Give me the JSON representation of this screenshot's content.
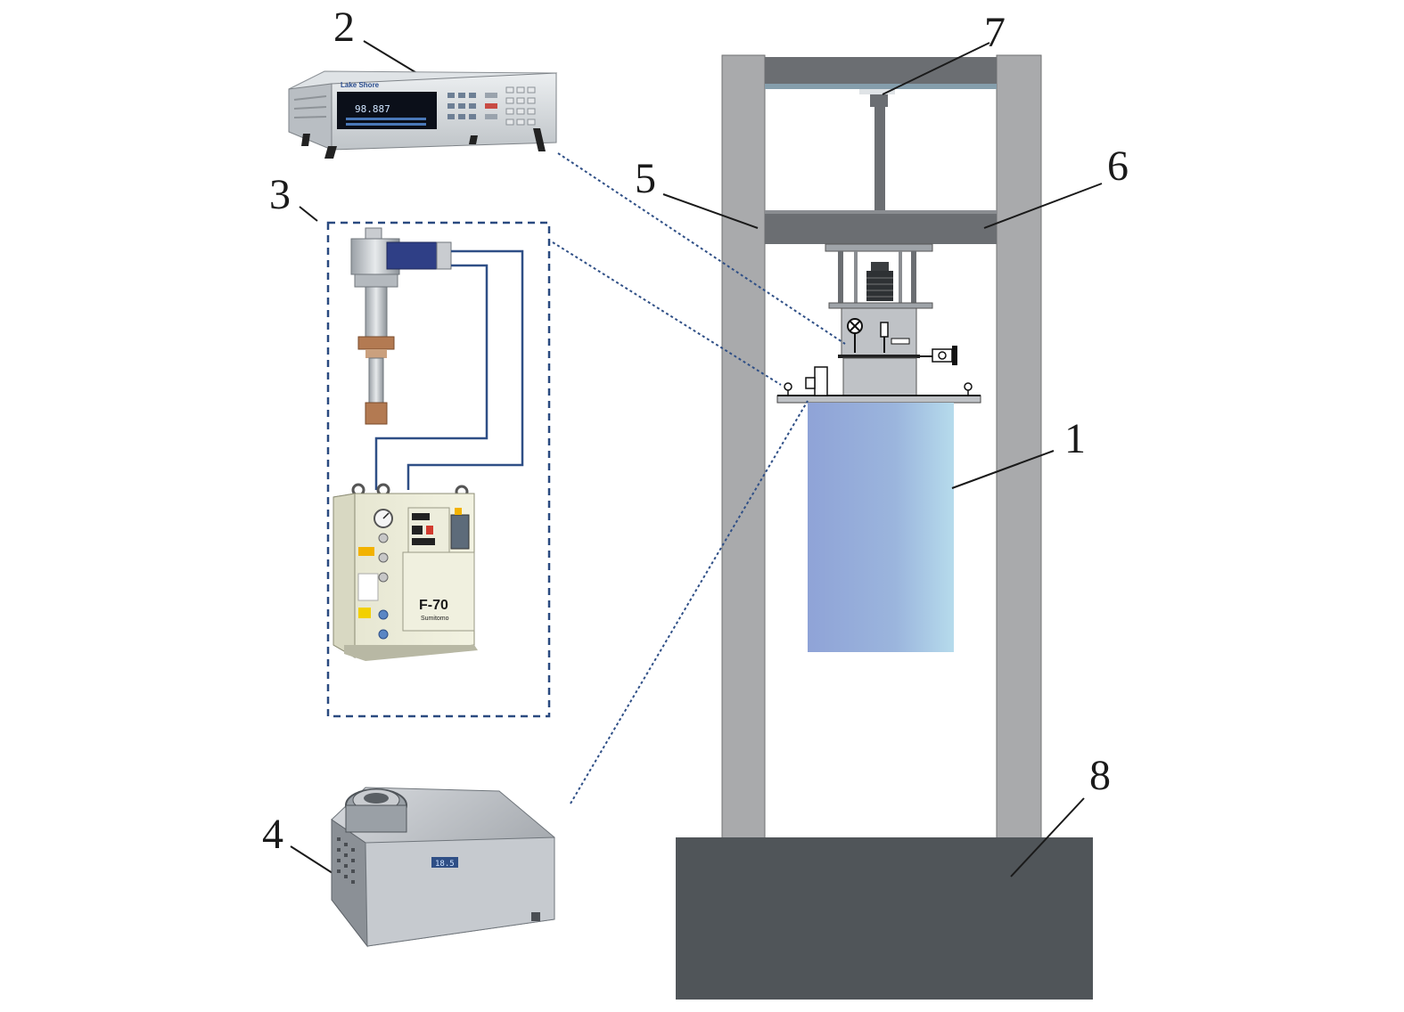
{
  "figure": {
    "callouts": [
      {
        "id": "1",
        "label": "1"
      },
      {
        "id": "2",
        "label": "2"
      },
      {
        "id": "3",
        "label": "3"
      },
      {
        "id": "4",
        "label": "4"
      },
      {
        "id": "5",
        "label": "5"
      },
      {
        "id": "6",
        "label": "6"
      },
      {
        "id": "7",
        "label": "7"
      },
      {
        "id": "8",
        "label": "8"
      }
    ],
    "device_texts": {
      "controller_brand": "Lake Shore",
      "controller_reading": "98.887",
      "compressor_model": "F-70",
      "compressor_brand": "Sumitomo",
      "pump_display": "18.5"
    },
    "colors": {
      "frame_column": "#a9aaac",
      "crossbeam": "#6b6e72",
      "base": "#505559",
      "dewar_left": "#8fa6d6",
      "dewar_right": "#b3d6ea",
      "link_line": "#2f4f86",
      "module_border": "#2a4a80"
    }
  }
}
